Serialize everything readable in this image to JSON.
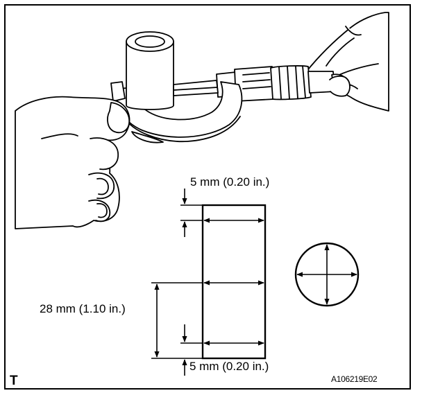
{
  "labels": {
    "top_offset": "5 mm (0.20 in.)",
    "middle_offset": "28 mm (1.10 in.)",
    "bottom_offset": "5 mm (0.20 in.)",
    "corner_letter": "T",
    "reference_code": "A106219E02"
  },
  "colors": {
    "line": "#000000",
    "background": "#ffffff"
  }
}
